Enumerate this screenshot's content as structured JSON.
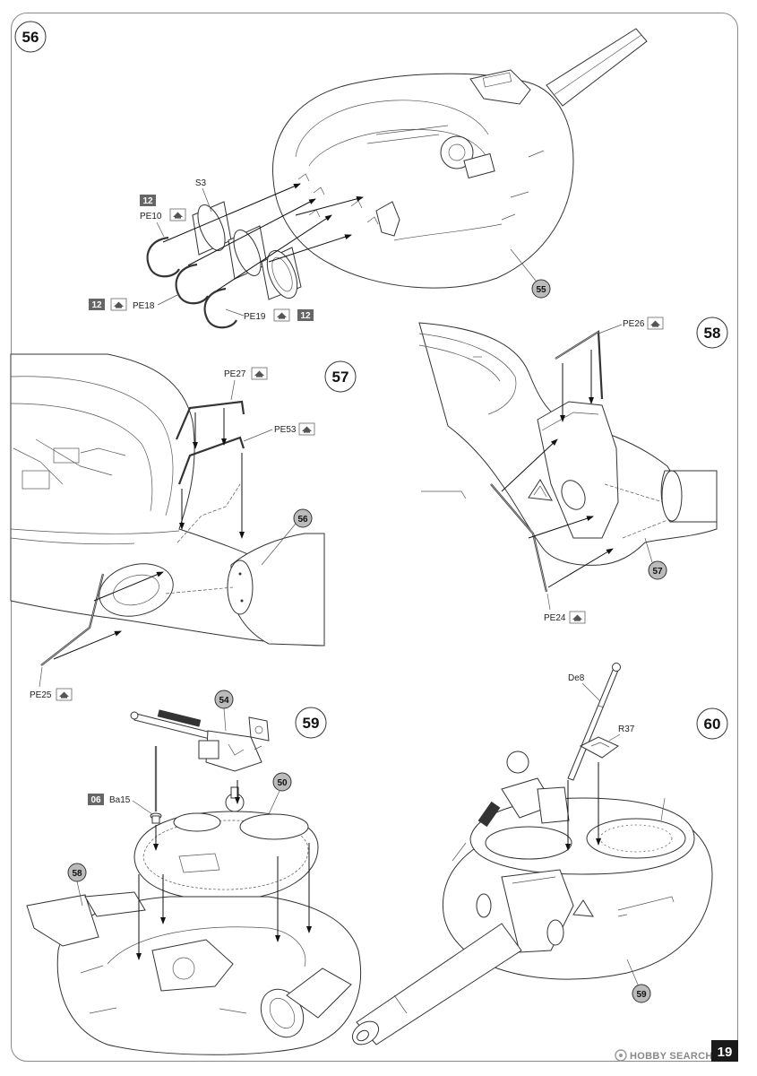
{
  "page_number": "19",
  "watermark": "HOBBY SEARCH",
  "steps": {
    "s56": {
      "number": "56",
      "parts": {
        "s3": "S3",
        "pe10": "PE10",
        "pe18": "PE18",
        "pe19": "PE19"
      },
      "tags": {
        "t1": "12",
        "t2": "12",
        "t3": "12"
      },
      "callouts": {
        "c55": "55"
      }
    },
    "s57": {
      "number": "57",
      "parts": {
        "pe27": "PE27",
        "pe53": "PE53",
        "pe25": "PE25"
      },
      "callouts": {
        "c56": "56"
      }
    },
    "s58": {
      "number": "58",
      "parts": {
        "pe26": "PE26",
        "pe24": "PE24"
      },
      "callouts": {
        "c57": "57"
      }
    },
    "s59": {
      "number": "59",
      "parts": {
        "ba15": "Ba15"
      },
      "tags": {
        "t1": "06"
      },
      "callouts": {
        "c54": "54",
        "c50": "50",
        "c58": "58"
      }
    },
    "s60": {
      "number": "60",
      "parts": {
        "de8": "De8",
        "r37": "R37"
      },
      "callouts": {
        "c59": "59"
      }
    }
  }
}
